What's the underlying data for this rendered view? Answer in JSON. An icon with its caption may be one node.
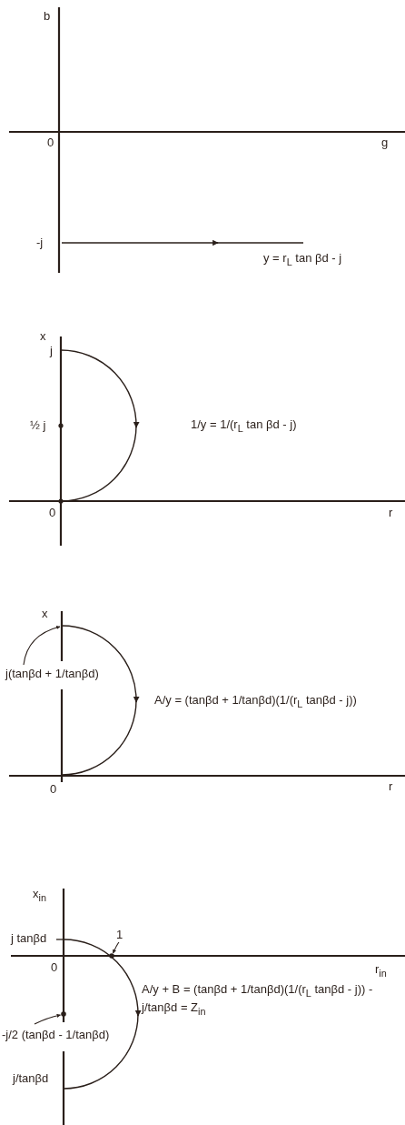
{
  "diagram": {
    "nodes": [
      {
        "text": [
          "j(tanβd + 1/tanβd)"
        ]
      },
      {
        "text": [],
        "shape": "arc"
      },
      {
        "text": [
          "1"
        ]
      },
      {
        "text": [],
        "shape": "circle"
      },
      {
        "text": [
          "-j/2 (tanβd - 1/tanβd)"
        ]
      },
      {
        "text": [],
        "shape": "circle"
      }
    ],
    "edges": [
      {
        "from": 0,
        "to": 1,
        "arrow": "to"
      },
      {
        "from": 2,
        "to": 3,
        "arrow": "to"
      },
      {
        "from": 4,
        "to": 5,
        "arrow": "to"
      }
    ],
    "labels": [
      "b",
      "0",
      "g",
      "-j",
      "y = r$_{L}$ tan βd - j",
      "x",
      "j",
      "½ j",
      "1/y = 1/(r$_{L}$ tan βd - j)",
      "0",
      "r",
      "x",
      "A/y = (tanβd + 1/tanβd)(1/(r$_{L}$ tanβd - j))",
      "0",
      "r",
      "x$_{in}$",
      "j tanβd",
      "0",
      "r$_{in}$",
      "A/y + B = (tanβd + 1/tanβd)(1/(r$_{L}$ tanβd - j)) - j/tanβd = Z$_{in}$",
      "j/tanβd"
    ]
  }
}
